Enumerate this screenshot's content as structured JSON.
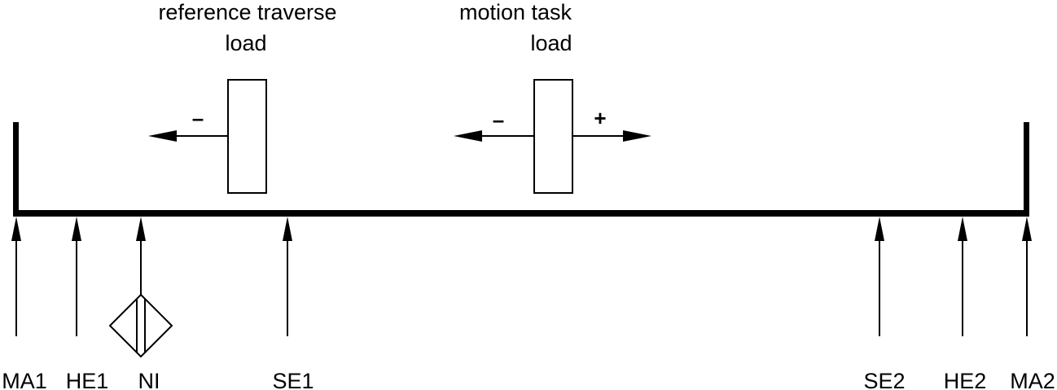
{
  "reference_traverse": {
    "title": "reference traverse",
    "subtitle": "load",
    "minus": "–"
  },
  "motion_task": {
    "title": "motion task",
    "subtitle": "load",
    "minus": "–",
    "plus": "+"
  },
  "positions": {
    "ma1": "MA1",
    "he1": "HE1",
    "ni": "NI",
    "se1": "SE1",
    "se2": "SE2",
    "he2": "HE2",
    "ma2": "MA2"
  },
  "colors": {
    "line": "#000000",
    "background": "#ffffff"
  }
}
